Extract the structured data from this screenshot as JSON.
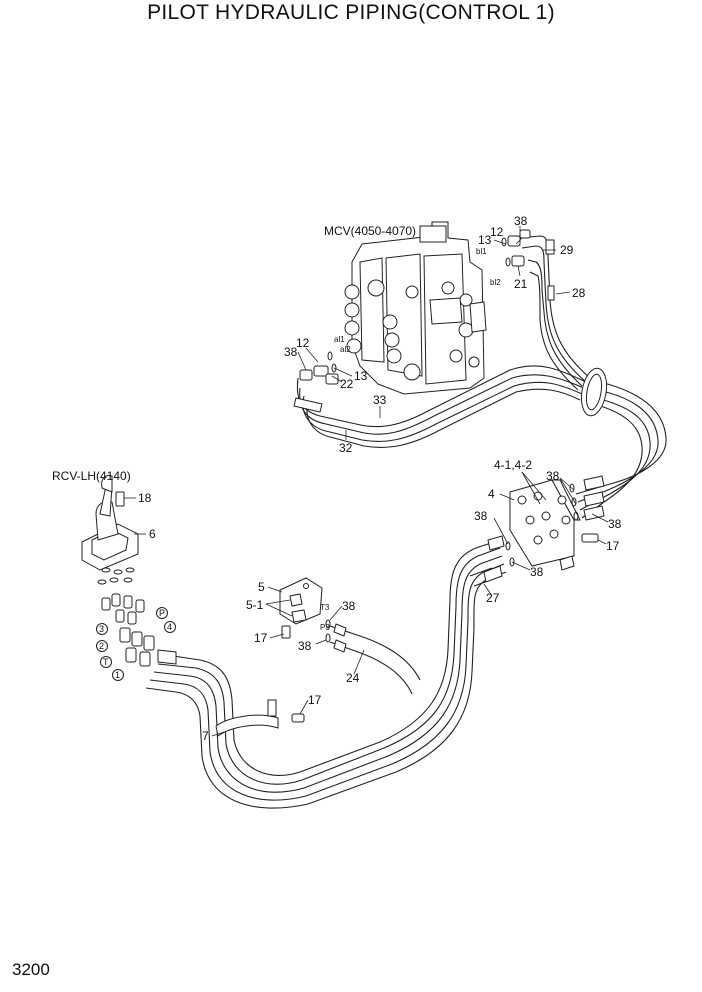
{
  "title": "PILOT HYDRAULIC PIPING(CONTROL 1)",
  "page_number": "3200",
  "components": {
    "mcv": "MCV(4050-4070)",
    "rcv": "RCV-LH(4140)"
  },
  "port_labels": {
    "al1": "al1",
    "al2": "al2",
    "bl1": "bl1",
    "bl2": "bl2",
    "t3": "T3",
    "p3": "P3",
    "c1": "1",
    "c2": "2",
    "c3": "3",
    "c4": "4",
    "cP": "P",
    "cT": "T"
  },
  "part_labels": {
    "p38a": "38",
    "p12a": "12",
    "p13a": "13",
    "p29": "29",
    "p21": "21",
    "p28": "28",
    "p38b": "38",
    "p12b": "12",
    "p13b": "13",
    "p22": "22",
    "p33": "33",
    "p32": "32",
    "p18": "18",
    "p6": "6",
    "p41": "4-1,4-2",
    "p4": "4",
    "p38c": "38",
    "p38d": "38",
    "p38e": "38",
    "p17a": "17",
    "p38f": "38",
    "p27": "27",
    "p5": "5",
    "p51": "5-1",
    "p38g": "38",
    "p17b": "17",
    "p38h": "38",
    "p24": "24",
    "p17c": "17",
    "p7": "7"
  }
}
